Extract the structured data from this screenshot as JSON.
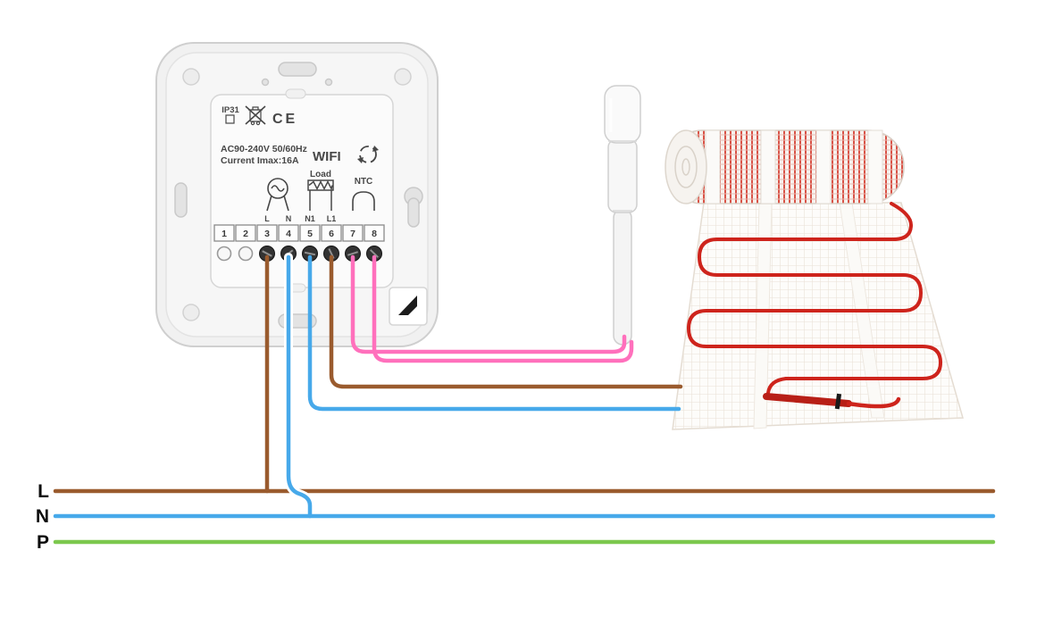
{
  "diagram": {
    "thermostat": {
      "ip_rating": "IP31",
      "ce_mark": "CE",
      "voltage_rating": "AC90-240V 50/60Hz",
      "current_rating": "Current Imax:16A",
      "wifi_label": "WIFI",
      "load_label": "Load",
      "ntc_label": "NTC",
      "terminal_letters": [
        "L",
        "N",
        "N1",
        "L1"
      ],
      "terminal_numbers": [
        "1",
        "2",
        "3",
        "4",
        "5",
        "6",
        "7",
        "8"
      ]
    },
    "supply": {
      "live_label": "L",
      "neutral_label": "N",
      "earth_label": "P"
    },
    "colors": {
      "live_brown": "#9a5b2e",
      "neutral_blue": "#47a9ea",
      "earth_green": "#7cc84e",
      "sensor_pink": "#ff70bc",
      "heating_red": "#ce241c"
    }
  }
}
